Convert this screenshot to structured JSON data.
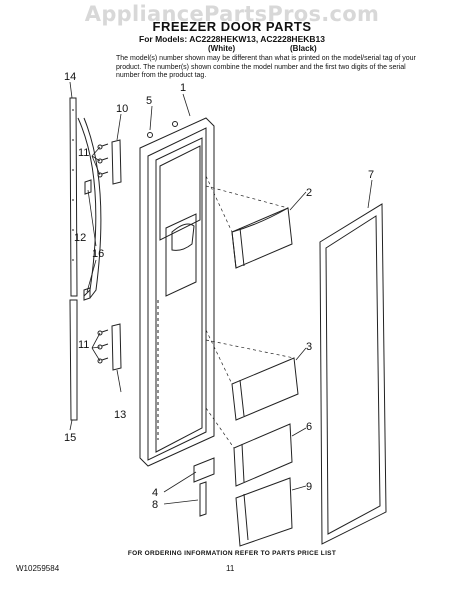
{
  "watermark": "AppliancePartsPros.com",
  "header": {
    "title": "FREEZER DOOR PARTS",
    "models": "For Models: AC2228HEKW13, AC2228HEKB13",
    "variant_white": "(White)",
    "variant_black": "(Black)",
    "note": "The model(s) number shown may be different than what is printed on the model/serial tag of your product. The number(s) shown combine the model number and the first two digits of the serial number from the product tag."
  },
  "callouts": [
    "1",
    "2",
    "3",
    "4",
    "5",
    "6",
    "7",
    "8",
    "9",
    "10",
    "11",
    "12",
    "13",
    "14",
    "15",
    "16",
    "11"
  ],
  "footer": {
    "ordering": "FOR ORDERING INFORMATION REFER TO PARTS PRICE LIST",
    "doc_number": "W10259584",
    "page": "11"
  }
}
